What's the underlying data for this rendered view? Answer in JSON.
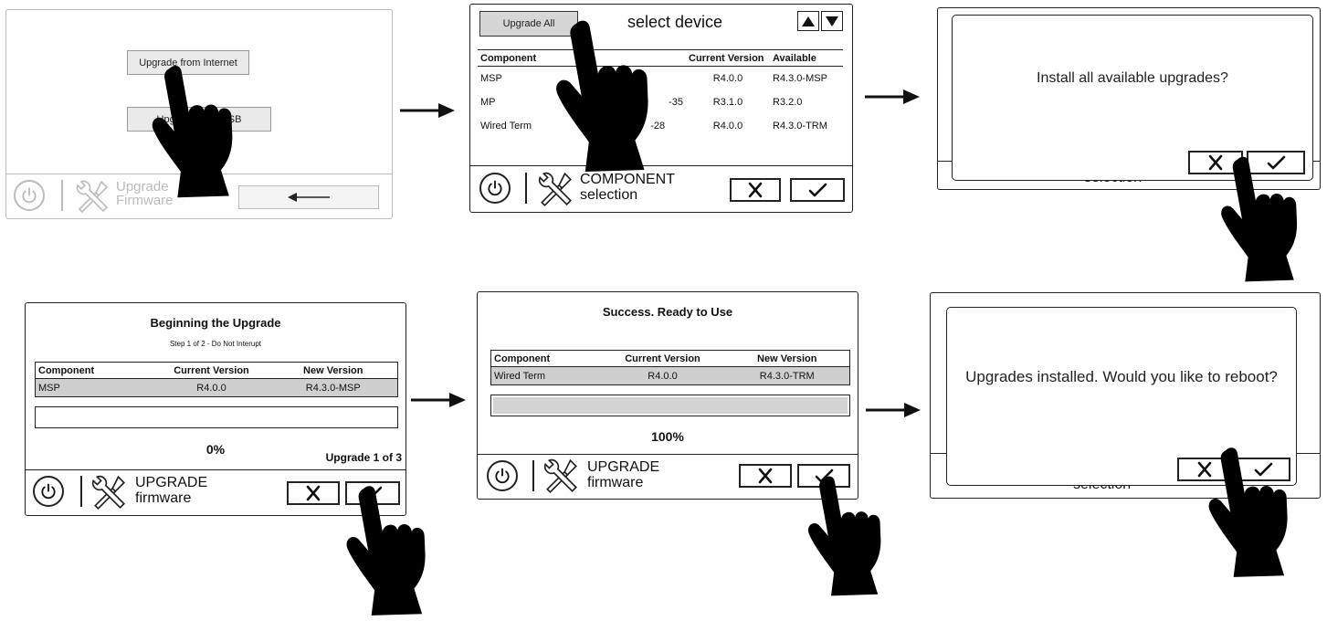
{
  "screen1": {
    "btn_internet": "Upgrade from Internet",
    "btn_usb": "Upgrade from USB",
    "footer_line1": "Upgrade",
    "footer_line2": "Firmware"
  },
  "screen2": {
    "btn_upgrade_all": "Upgrade All",
    "header": "select device",
    "columns": [
      "Component",
      "",
      "Current Version",
      "Available"
    ],
    "rows": [
      [
        "MSP",
        "",
        "R4.0.0",
        "R4.3.0-MSP"
      ],
      [
        "MP",
        "-35",
        "R3.1.0",
        "R3.2.0"
      ],
      [
        "Wired Term",
        "a0-      -28",
        "R4.0.0",
        "R4.3.0-TRM"
      ]
    ],
    "footer_line1": "COMPONENT",
    "footer_line2": "selection"
  },
  "screen3": {
    "dialog": "Install all available upgrades?",
    "footer_line2": "selection"
  },
  "screen4": {
    "title": "Beginning the Upgrade",
    "subtitle": "Step 1 of 2 - Do Not Interupt",
    "columns": [
      "Component",
      "Current Version",
      "New Version"
    ],
    "row": [
      "MSP",
      "R4.0.0",
      "R4.3.0-MSP"
    ],
    "percent": "0%",
    "counter": "Upgrade 1 of 3",
    "footer_line1": "UPGRADE",
    "footer_line2": "firmware",
    "progress": 0
  },
  "screen5": {
    "title": "Success. Ready to Use",
    "columns": [
      "Component",
      "Current Version",
      "New Version"
    ],
    "row": [
      "Wired Term",
      "R4.0.0",
      "R4.3.0-TRM"
    ],
    "percent": "100%",
    "footer_line1": "UPGRADE",
    "footer_line2": "firmware",
    "progress": 1.0
  },
  "screen6": {
    "dialog": "Upgrades installed. Would you like to reboot?",
    "footer_line2": "selection"
  },
  "icons": {
    "power": "power-icon",
    "tools": "tools-icon",
    "cancel": "x-icon",
    "confirm": "checkmark-icon",
    "back": "left-arrow-icon",
    "up": "triangle-up-icon",
    "down": "triangle-down-icon",
    "hand": "pointing-hand-icon",
    "flow": "right-arrow-icon"
  }
}
